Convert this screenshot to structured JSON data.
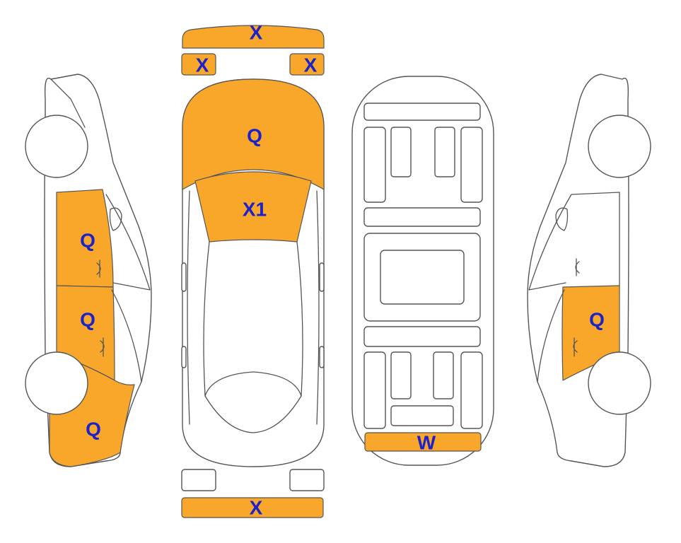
{
  "colors": {
    "highlight": "#F9A72B",
    "label": "#1C22C8",
    "outline": "#555555",
    "background": "#FFFFFF"
  },
  "panels": {
    "front_bumper": {
      "label": "X",
      "highlighted": true
    },
    "front_left_light": {
      "label": "X",
      "highlighted": true
    },
    "front_right_light": {
      "label": "X",
      "highlighted": true
    },
    "hood": {
      "label": "Q",
      "highlighted": true
    },
    "windshield": {
      "label": "X1",
      "highlighted": true
    },
    "left_front_door": {
      "label": "Q",
      "highlighted": true
    },
    "left_rear_door": {
      "label": "Q",
      "highlighted": true
    },
    "left_rear_quarter": {
      "label": "Q",
      "highlighted": true
    },
    "right_rear_door": {
      "label": "Q",
      "highlighted": true
    },
    "rear_crossmember": {
      "label": "W",
      "highlighted": true
    },
    "rear_bumper": {
      "label": "X",
      "highlighted": true
    }
  }
}
